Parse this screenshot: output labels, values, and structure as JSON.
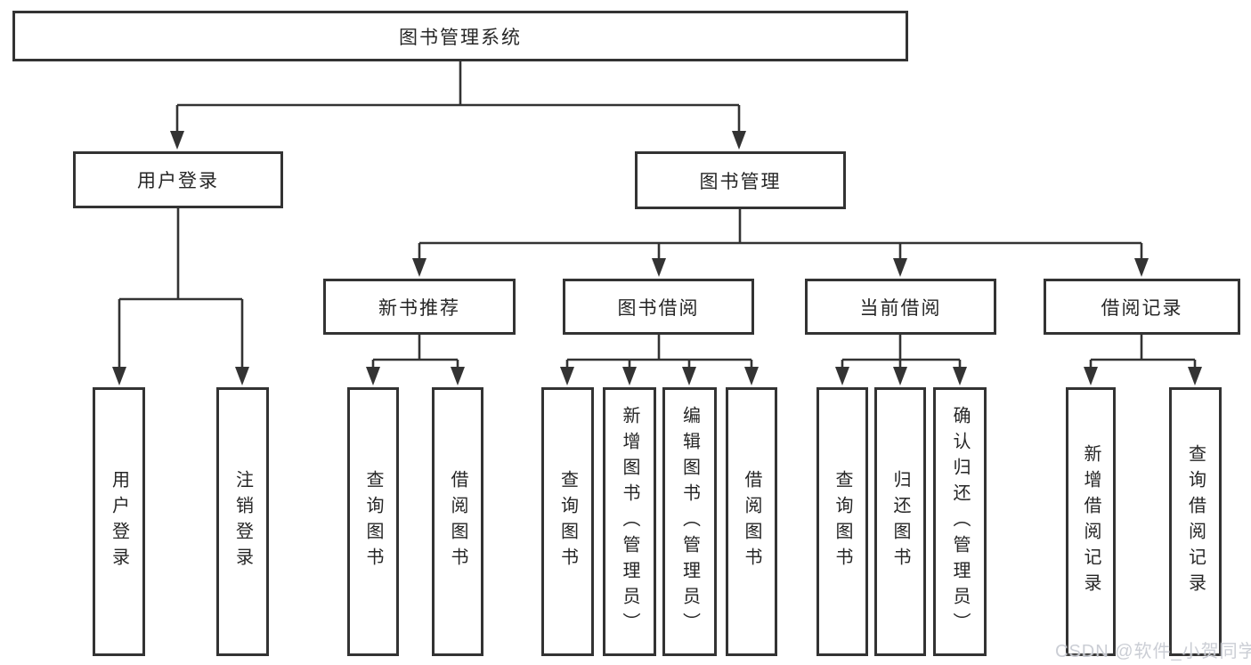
{
  "watermark": "CSDN @软件_小贺同学",
  "colors": {
    "line": "#333333",
    "border": "#333333",
    "text": "#262626",
    "background": "#ffffff",
    "watermark": "#c8cbd3"
  },
  "tree": {
    "root": {
      "label": "图书管理系统"
    },
    "login": {
      "label": "用户登录",
      "children": [
        {
          "label": "用户登录"
        },
        {
          "label": "注销登录"
        }
      ]
    },
    "management": {
      "label": "图书管理",
      "children": [
        {
          "label": "新书推荐",
          "children": [
            {
              "label": "查询图书"
            },
            {
              "label": "借阅图书"
            }
          ]
        },
        {
          "label": "图书借阅",
          "children": [
            {
              "label": "查询图书"
            },
            {
              "label": "新增图书（管理员）"
            },
            {
              "label": "编辑图书（管理员）"
            },
            {
              "label": "借阅图书"
            }
          ]
        },
        {
          "label": "当前借阅",
          "children": [
            {
              "label": "查询图书"
            },
            {
              "label": "归还图书"
            },
            {
              "label": "确认归还（管理员）"
            }
          ]
        },
        {
          "label": "借阅记录",
          "children": [
            {
              "label": "新增借阅记录"
            },
            {
              "label": "查询借阅记录"
            }
          ]
        }
      ]
    }
  }
}
